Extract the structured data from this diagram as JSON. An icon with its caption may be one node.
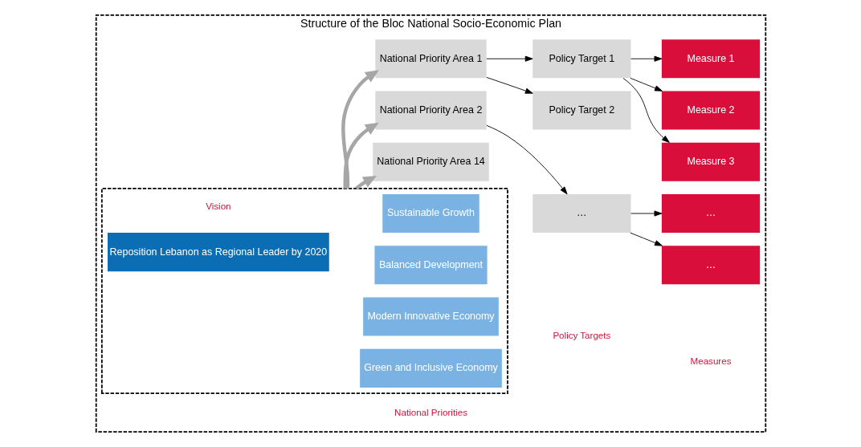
{
  "diagram": {
    "nodes": [
      {
        "text": [
          "Structure of the Bloc National Socio-Economic Plan"
        ]
      },
      {
        "text": [],
        "shape": "box",
        "in": 0
      },
      {
        "text": [
          "Reposition Lebanon as Regional Leader by 2020"
        ],
        "in": 1
      },
      {
        "text": [
          "Sustainable Growth"
        ],
        "in": 1
      },
      {
        "text": [
          "Balanced Development"
        ],
        "in": 1
      },
      {
        "text": [
          "Modern Innovative Economy"
        ],
        "in": 1
      },
      {
        "text": [
          "Green and Inclusive Economy"
        ],
        "in": 1
      },
      {
        "text": [
          "National Priority Area 1"
        ],
        "in": 0
      },
      {
        "text": [
          "National Priority Area 2"
        ],
        "in": 0
      },
      {
        "text": [
          "National Priority Area 14"
        ],
        "in": 0
      },
      {
        "text": [
          "Policy Target 1"
        ],
        "in": 0
      },
      {
        "text": [
          "Policy Target 2"
        ],
        "in": 0
      },
      {
        "text": [
          "…"
        ],
        "in": 0
      },
      {
        "text": [
          "Measure 1"
        ],
        "in": 0
      },
      {
        "text": [
          "Measure 2"
        ],
        "in": 0
      },
      {
        "text": [
          "Measure 3"
        ],
        "in": 0
      },
      {
        "text": [
          "…"
        ],
        "in": 0
      },
      {
        "text": [
          "…"
        ],
        "in": 0
      }
    ],
    "edges": [
      {
        "from": 1,
        "to": 7,
        "arrow": "to",
        "style": "thick",
        "color": "#a6a6a6"
      },
      {
        "from": 1,
        "to": 8,
        "arrow": "to",
        "style": "thick",
        "color": "#a6a6a6"
      },
      {
        "from": 1,
        "to": 9,
        "arrow": "to",
        "style": "thick",
        "color": "#a6a6a6"
      },
      {
        "from": 7,
        "to": 10,
        "arrow": "to"
      },
      {
        "from": 7,
        "to": 11,
        "arrow": "to"
      },
      {
        "from": 8,
        "to": 12,
        "arrow": "to"
      },
      {
        "from": 10,
        "to": 13,
        "arrow": "to"
      },
      {
        "from": 10,
        "to": 14,
        "arrow": "to"
      },
      {
        "from": 10,
        "to": 15,
        "arrow": "to"
      },
      {
        "from": 12,
        "to": 16,
        "arrow": "to"
      },
      {
        "from": 12,
        "to": 17,
        "arrow": "to"
      }
    ],
    "labels": [
      "Measures",
      "National Priorities",
      "Policy Targets",
      "Vision"
    ]
  }
}
